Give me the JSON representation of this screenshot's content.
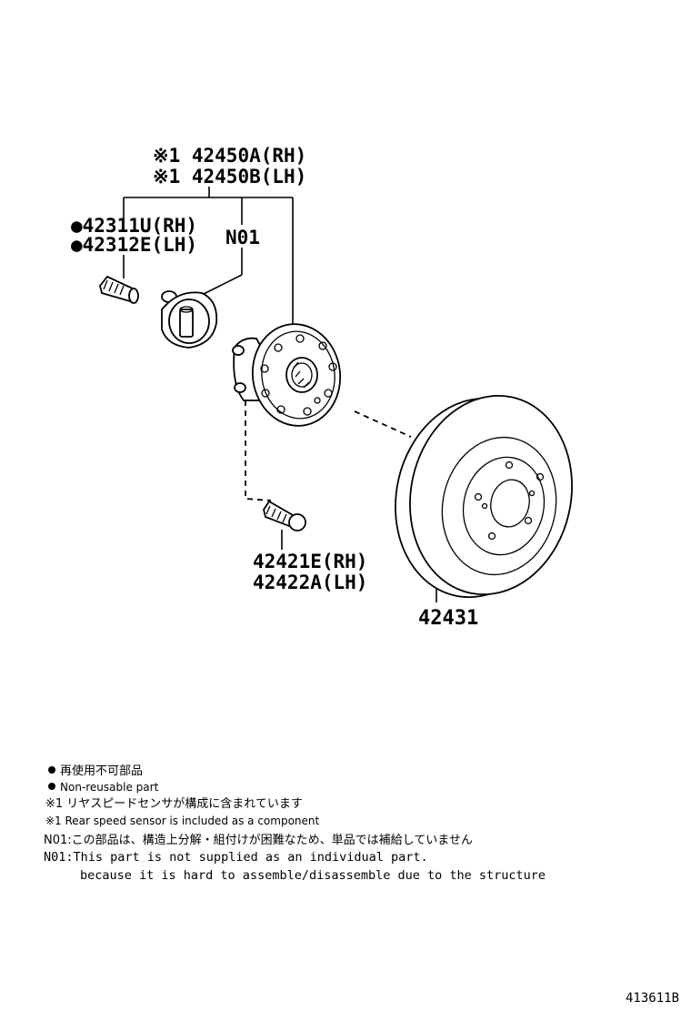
{
  "assembly": {
    "line1": "※1 42450A(RH)",
    "line2": "※1 42450B(LH)"
  },
  "bolt_hub": {
    "line1": "●42311U(RH)",
    "line2": "●42312E(LH)"
  },
  "note_ref": "N01",
  "hub_bolt": {
    "line1": "42421E(RH)",
    "line2": "42422A(LH)"
  },
  "disc": "42431",
  "notes": {
    "nonreusable_jp": "再使用不可部品",
    "nonreusable_en": "Non-reusable part",
    "sensor_jp": "※1 リヤスピードセンサが構成に含まれています",
    "sensor_en": "※1 Rear speed sensor is included as a component",
    "n01_jp": "N01:この部品は、構造上分解・組付けが困難なため、単品では補給していません",
    "n01_en_1": "N01:This part is not supplied as an individual part.",
    "n01_en_2": "because it is hard to assemble/disassemble due to the structure"
  },
  "diagram_code": "413611B"
}
